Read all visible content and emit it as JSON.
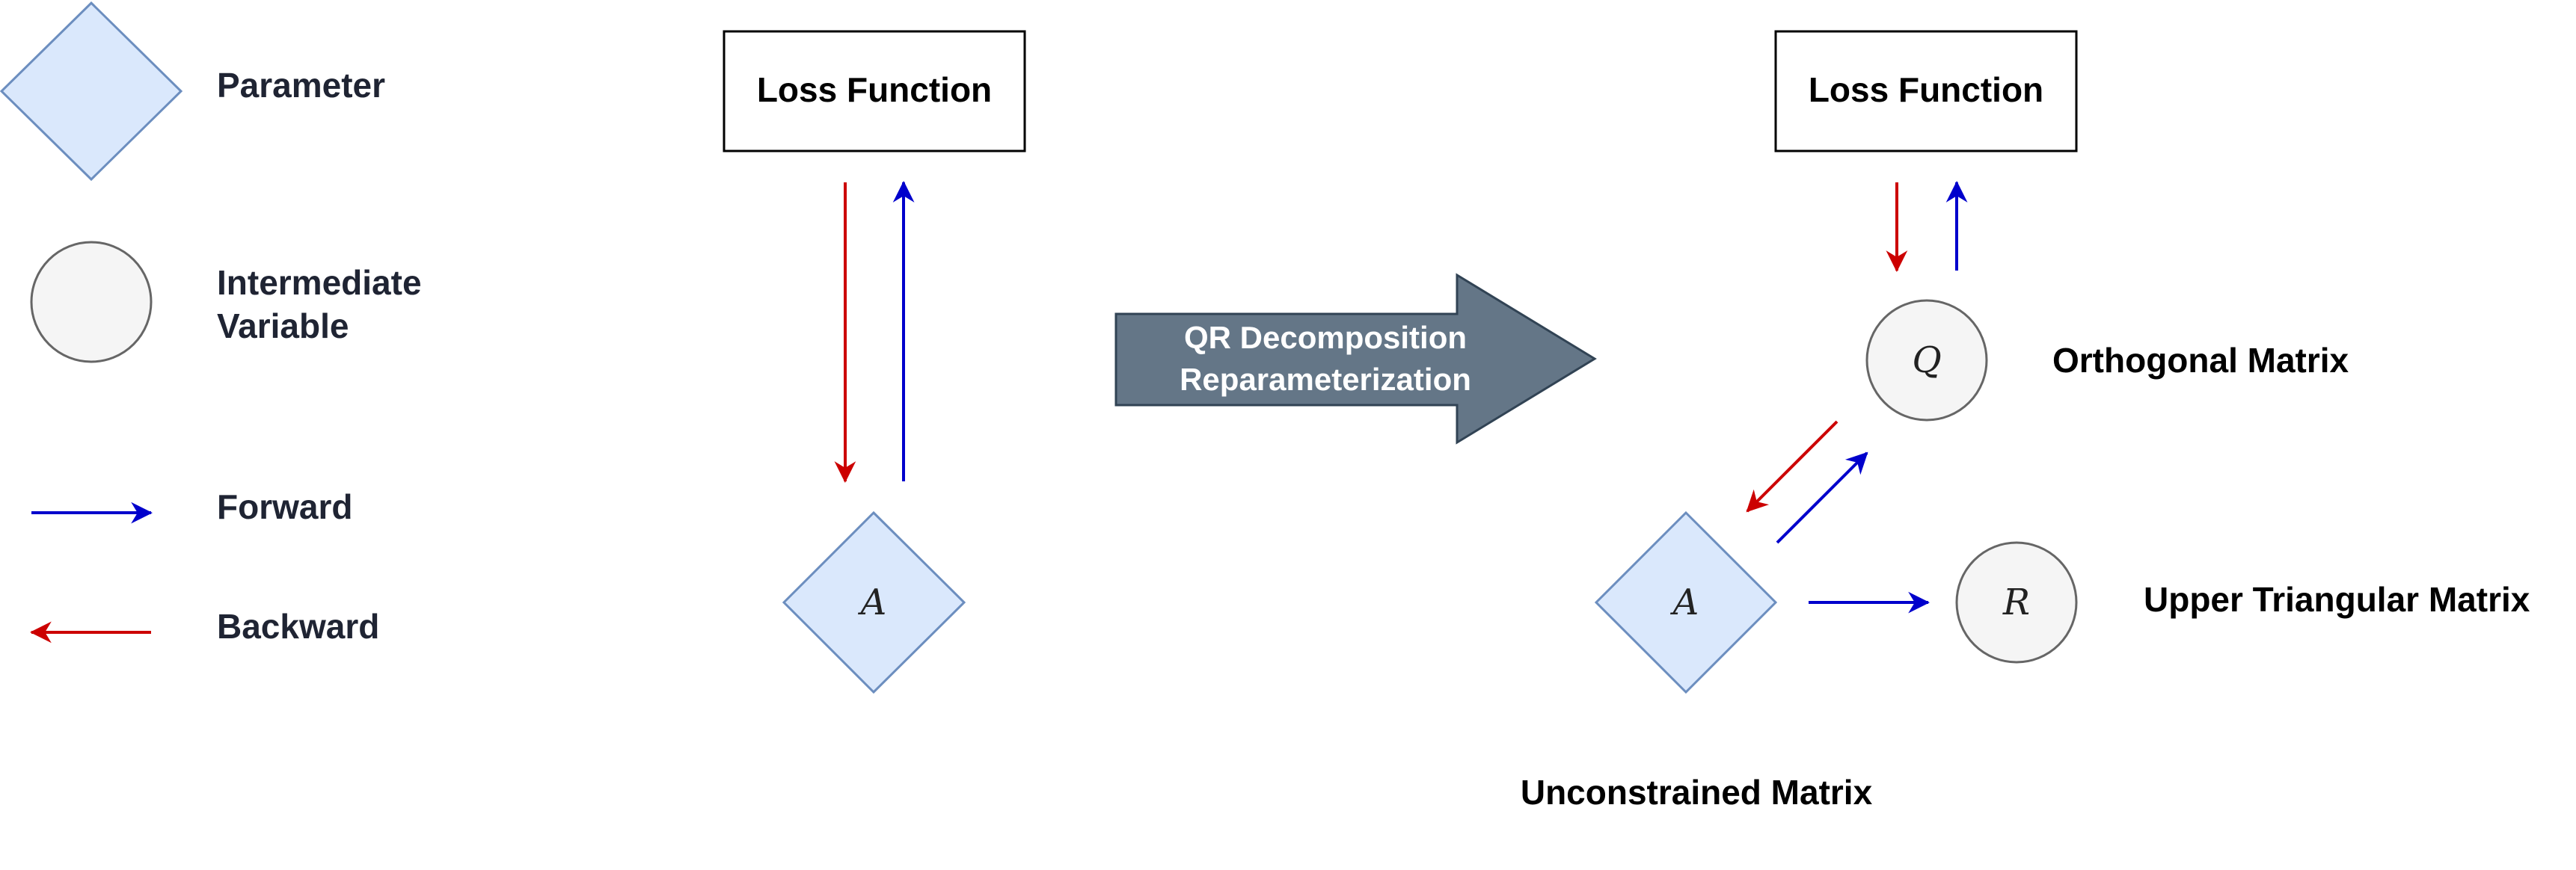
{
  "legend": {
    "parameter": "Parameter",
    "intermediate_line1": "Intermediate",
    "intermediate_line2": "Variable",
    "forward": "Forward",
    "backward": "Backward"
  },
  "left": {
    "loss_label": "Loss Function",
    "param_symbol": "A"
  },
  "transform": {
    "line1": "QR Decomposition",
    "line2": "Reparameterization"
  },
  "right": {
    "loss_label": "Loss Function",
    "q_symbol": "Q",
    "q_label": "Orthogonal Matrix",
    "a_symbol": "A",
    "a_label": "Unconstrained Matrix",
    "r_symbol": "R",
    "r_label": "Upper Triangular Matrix"
  },
  "colors": {
    "forward": "#0000cc",
    "backward": "#cc0000",
    "parameter_fill": "#dae8fc",
    "parameter_stroke": "#6c8ebf",
    "intermediate_fill": "#f5f5f5",
    "intermediate_stroke": "#666666",
    "transform_arrow": "#647687"
  }
}
